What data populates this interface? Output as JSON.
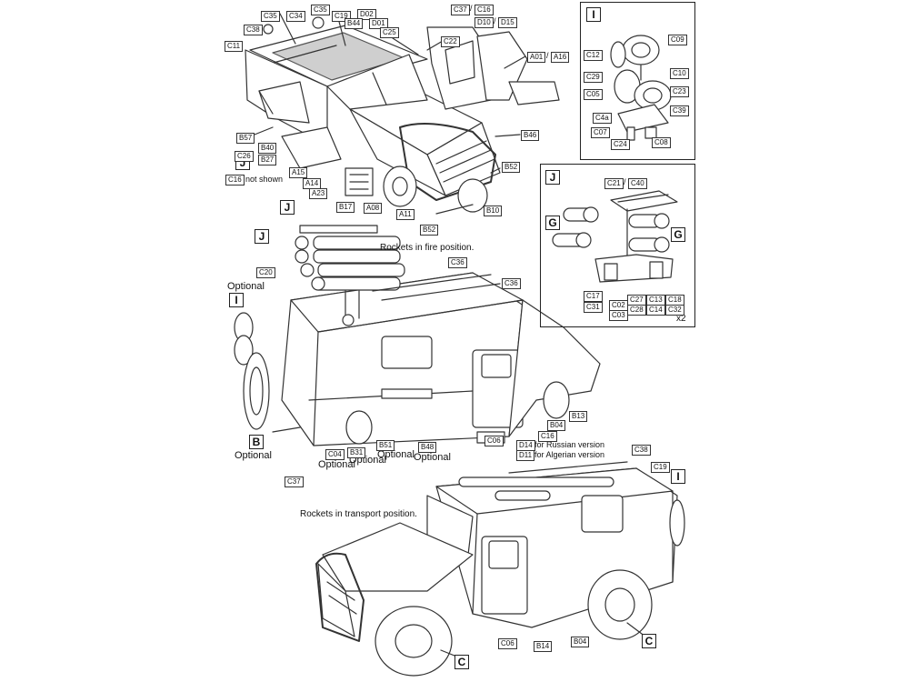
{
  "parts": {
    "C35a": "C35",
    "C34": "C34",
    "C35b": "C35",
    "C19a": "C19",
    "D02": "D02",
    "B44": "B44",
    "D01": "D01",
    "C38a": "C38",
    "C11": "C11",
    "C25": "C25",
    "C22": "C22",
    "C37a": "C37",
    "C16a": "C16",
    "D10": "D10",
    "D15": "D15",
    "A01": "A01",
    "A16": "A16",
    "B57": "B57",
    "C26": "C26",
    "B40": "B40",
    "B27": "B27",
    "A15": "A15",
    "A14": "A14",
    "A23": "A23",
    "C16b": "C16",
    "B17": "B17",
    "A08": "A08",
    "A11": "A11",
    "B46": "B46",
    "B52a": "B52",
    "B10": "B10",
    "B52b": "B52",
    "C20": "C20",
    "C36a": "C36",
    "C36b": "C36",
    "B13": "B13",
    "B04a": "B04",
    "C16c": "C16",
    "C06a": "C06",
    "D14": "D14",
    "D11": "D11",
    "B48": "B48",
    "B51": "B51",
    "B31": "B31",
    "C04": "C04",
    "C37b": "C37",
    "C38b": "C38",
    "C19b": "C19",
    "C06b": "C06",
    "B14": "B14",
    "B04b": "B04",
    "C09": "C09",
    "C12": "C12",
    "C29": "C29",
    "C10": "C10",
    "C05": "C05",
    "C23": "C23",
    "C4a": "C4a",
    "C39": "C39",
    "C07": "C07",
    "C24": "C24",
    "C08": "C08",
    "C21": "C21",
    "C40": "C40",
    "C17": "C17",
    "C31": "C31",
    "C02": "C02",
    "C03": "C03",
    "C27": "C27",
    "C28": "C28",
    "C13": "C13",
    "C14": "C14",
    "C18": "C18",
    "C32": "C32"
  },
  "labels": {
    "I": "I",
    "J": "J",
    "G": "G",
    "B": "B",
    "C": "C",
    "optional": "Optional",
    "not_shown": "not shown",
    "russian": "for Russian version",
    "algerian": "for Algerian version",
    "fire": "Rockets in fire position.",
    "transport": "Rockets in transport position.",
    "x2": "x2"
  }
}
